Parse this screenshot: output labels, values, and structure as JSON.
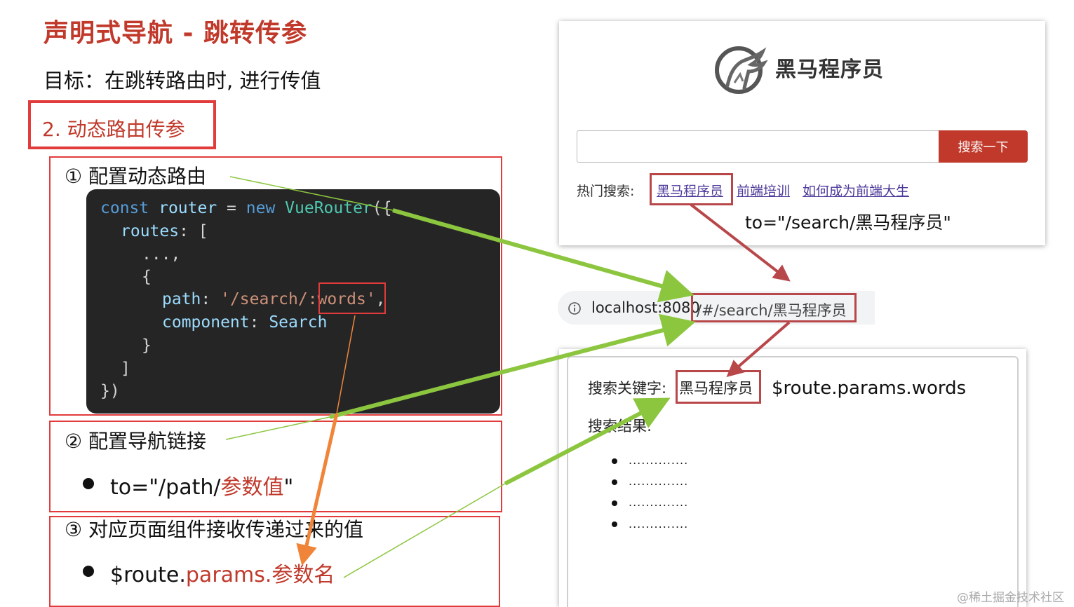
{
  "slide": {
    "title": "声明式导航 - 跳转传参",
    "goal": "目标：在跳转路由时, 进行传值",
    "section": "2.  动态路由传参"
  },
  "steps": [
    {
      "heading": "① 配置动态路由"
    },
    {
      "heading": "② 配置导航链接",
      "bullet_prefix": "to=\"/path/",
      "bullet_red": "参数值",
      "bullet_suffix": "\""
    },
    {
      "heading": "③ 对应页面组件接收传递过来的值",
      "bullet_prefix": "$route.",
      "bullet_red": "params.参数名"
    }
  ],
  "code": {
    "l1_kw1": "const",
    "l1_var": "router",
    "l1_eq": " = ",
    "l1_kw2": "new",
    "l1_cls": "VueRouter",
    "l1_end": "({",
    "l2_key": "routes",
    "l2_end": ": [",
    "l3": "...,",
    "l4": "{",
    "l5_key": "path",
    "l5_colon": ": ",
    "l5_str1": "'/search/",
    "l5_str2": ":words",
    "l5_str3": "'",
    "l5_end": ",",
    "l6_key": "component",
    "l6_colon": ": ",
    "l6_val": "Search",
    "l7": "}",
    "l8": "]",
    "l9": "})"
  },
  "search_page": {
    "logo_text": "黑马程序员",
    "search_button": "搜索一下",
    "hot_label": "热门搜索:",
    "hot_links": [
      "黑马程序员",
      "前端培训",
      "如何成为前端大生"
    ],
    "to_label": "to=\"/search/黑马程序员\""
  },
  "url_bar": {
    "host": "localhost:8080",
    "path": "/#/search/黑马程序员"
  },
  "result_page": {
    "keyword_label": "搜索关键字:",
    "keyword_value": "黑马程序员",
    "keyword_expr": "$route.params.words",
    "result_label": "搜索结果:",
    "results": [
      "..............",
      "..............",
      "..............",
      ".............."
    ]
  },
  "watermark": "@稀土掘金技术社区",
  "colors": {
    "accent_red": "#c0392b",
    "box_red": "#e23b3b",
    "arrow_green": "#8cc63f",
    "arrow_orange": "#f0853a",
    "arrow_darkred": "#b8474a",
    "code_bg": "#252526"
  }
}
